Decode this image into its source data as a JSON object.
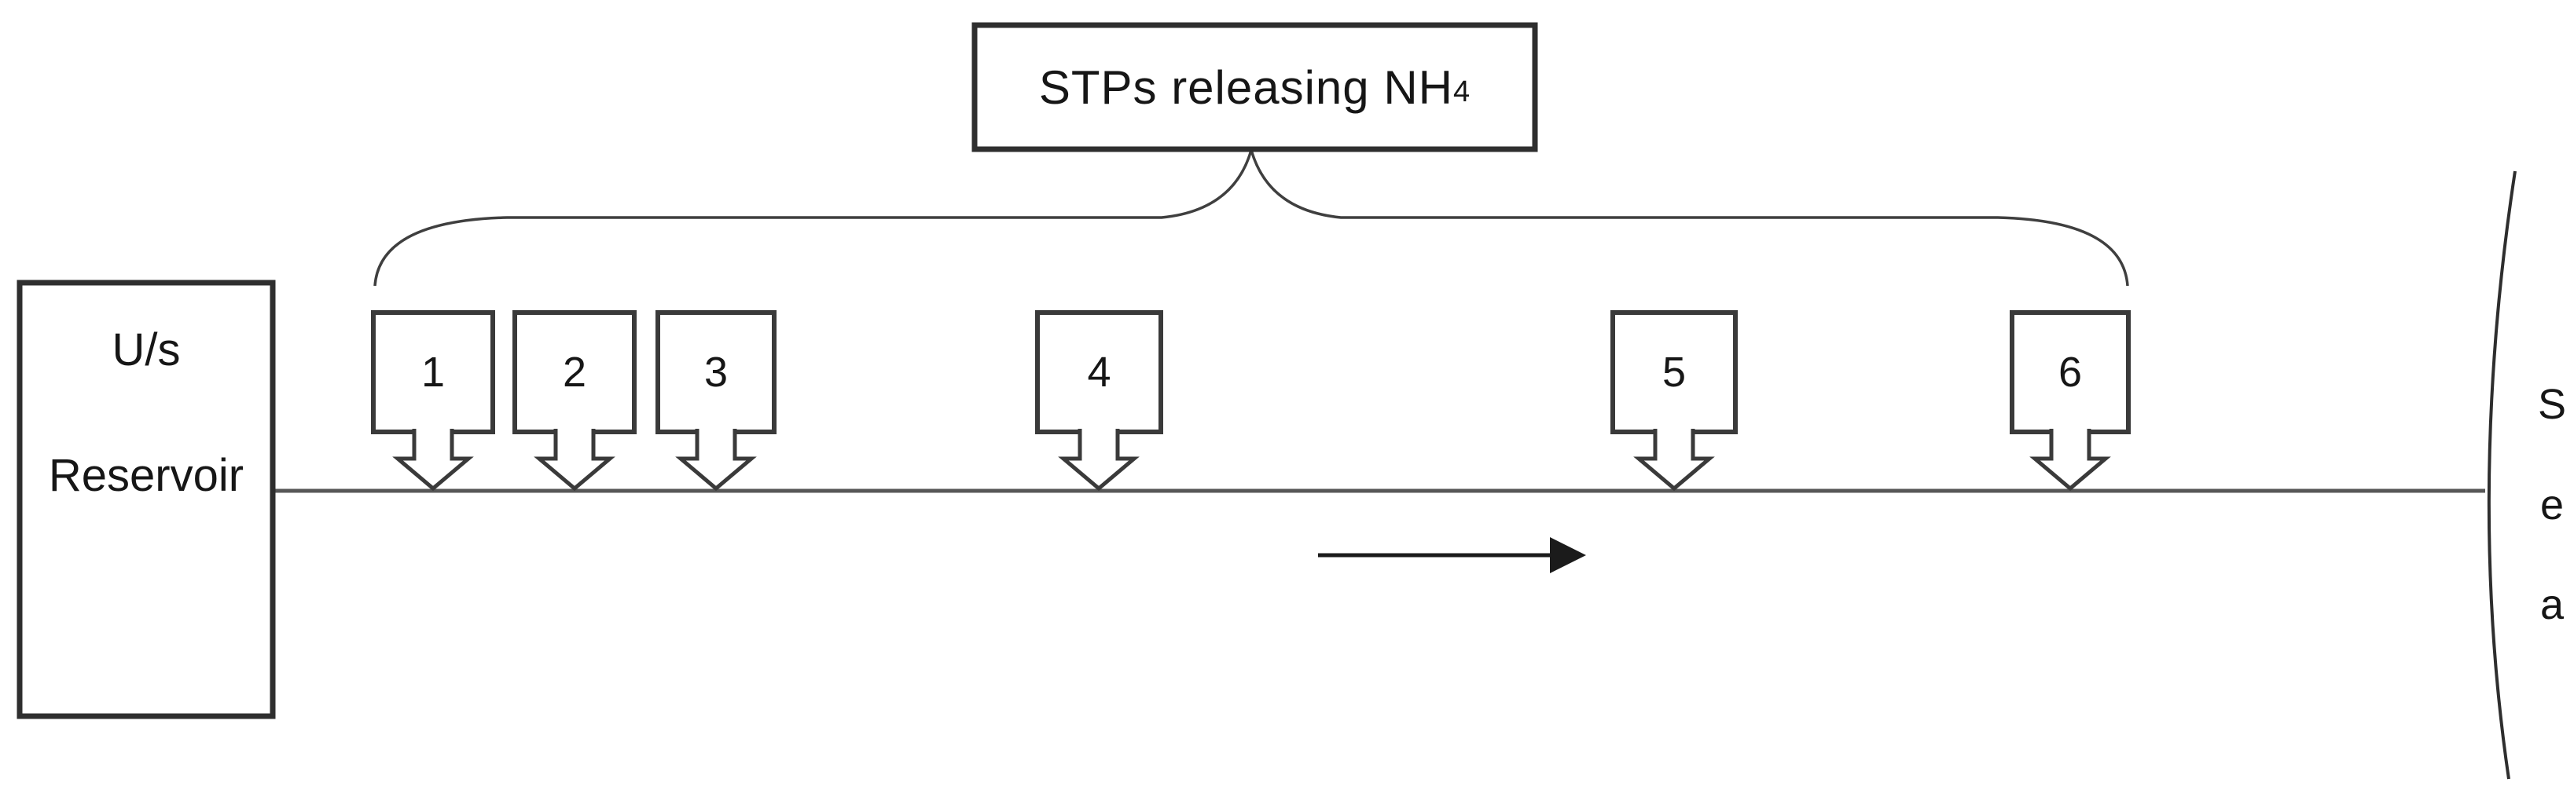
{
  "label_box": {
    "text": "STPs releasing NH",
    "subscript": "4"
  },
  "reservoir_box": {
    "line1": "U/s",
    "line2": "Reservoir"
  },
  "stp_boxes": [
    "1",
    "2",
    "3",
    "4",
    "5",
    "6"
  ],
  "sea": {
    "letters": [
      "S",
      "e",
      "a"
    ]
  },
  "flow_arrow": {
    "direction": "right"
  },
  "colors": {
    "ink": "#161616",
    "box_border": "#3a3a3a",
    "river_line": "#575757",
    "brace_line": "#3f3f3f",
    "background": "#ffffff"
  }
}
